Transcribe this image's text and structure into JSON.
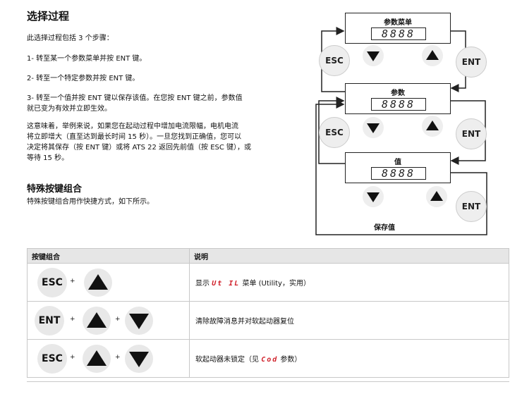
{
  "heading": "选择过程",
  "intro": "此选择过程包括 3 个步骤：",
  "steps": [
    "1- 转至某一个参数菜单并按 ENT 键。",
    "2- 转至一个特定参数并按 ENT 键。",
    "3- 转至一个值并按 ENT 键以保存该值。在您按 ENT 键之前，参数值",
    "就已变为有效并立即生效。"
  ],
  "example": [
    "这意味着，举例来说，如果您在起动过程中增加电流限幅，电机电流",
    "将立即增大（直至达到最长时间 15 秒）。一旦您找到正确值，您可以",
    "决定将其保存（按 ENT 键）或将 ATS 22 返回先前值（按 ESC 键），或",
    "等待 15 秒。"
  ],
  "section2_heading": "特殊按键组合",
  "section2_text": "特殊按键组合用作快捷方式，如下所示。",
  "diagram": {
    "box1_title": "参数菜单",
    "box2_title": "参数",
    "box3_title": "值",
    "display": "8888",
    "esc": "ESC",
    "ent": "ENT",
    "save": "保存值"
  },
  "table": {
    "col1": "按键组合",
    "col2": "说明",
    "plus": "+",
    "key_esc": "ESC",
    "key_ent": "ENT",
    "rows": [
      {
        "pre": "显示 ",
        "code": "Ut IL",
        "post": " 菜单 (Utility，实用）"
      },
      {
        "pre": "清除故障消息并对软起动器复位",
        "code": "",
        "post": ""
      },
      {
        "pre": "软起动器未锁定（见 ",
        "code": "Cod",
        "post": " 参数）"
      }
    ]
  }
}
